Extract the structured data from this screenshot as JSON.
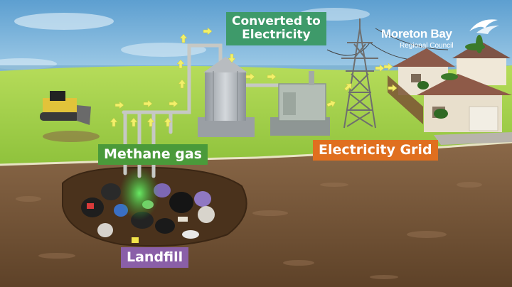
{
  "labels": {
    "converted_line1": "Converted to",
    "converted_line2": "Electricity",
    "methane": "Methane gas",
    "grid": "Electricity Grid",
    "landfill": "Landfill"
  },
  "logo": {
    "name": "Moreton Bay",
    "subtitle": "Regional Council"
  },
  "colors": {
    "sky": "#7fb6dc",
    "grass": "#9ccf4a",
    "soil": "#7a5a3c",
    "arrow": "#f2f06a",
    "methane_label": "#4a9a3a",
    "converted_label": "#3e9a6a",
    "grid_label": "#e06f1f",
    "landfill_label": "#8a5fa8"
  },
  "icons": [
    "bulldozer-icon",
    "silo-icon",
    "generator-icon",
    "pylon-icon",
    "house-icon",
    "palm-tree-icon",
    "arrow-icon",
    "garbage-bag-icon"
  ]
}
